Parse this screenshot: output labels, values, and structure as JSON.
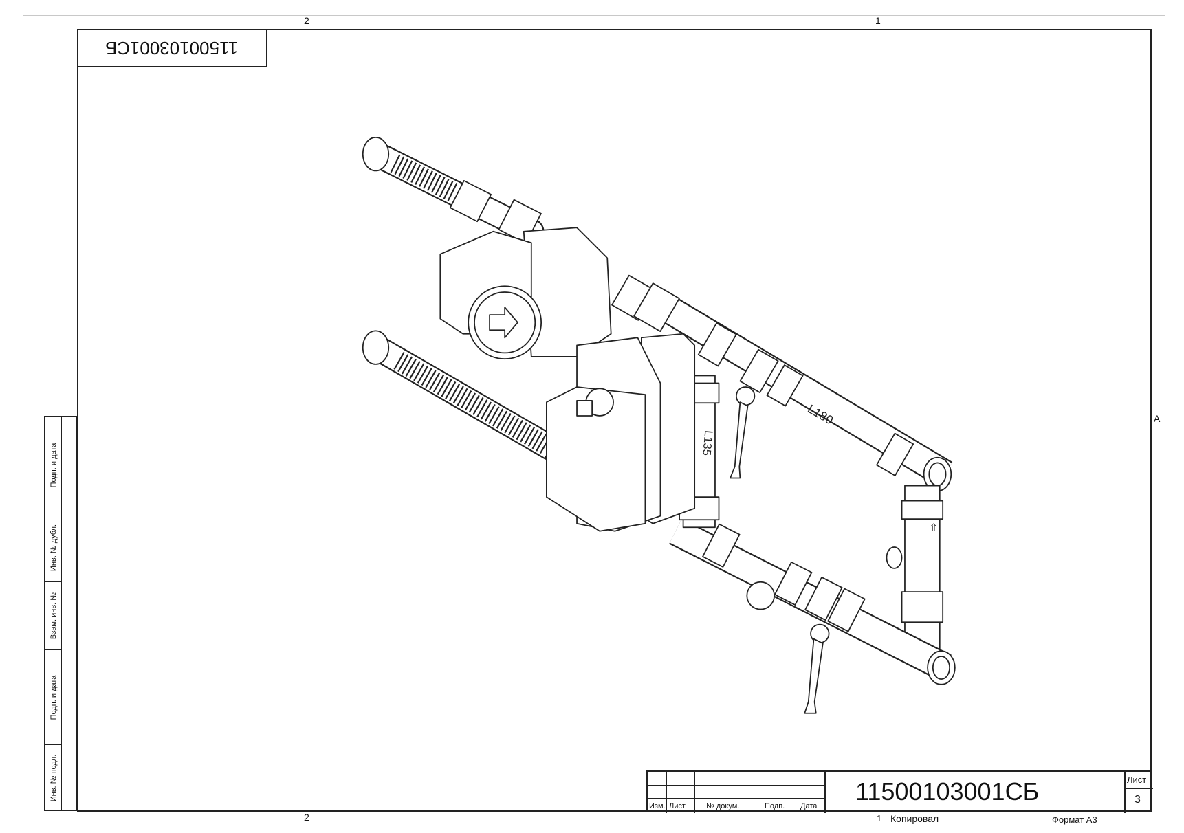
{
  "sheet": {
    "zones_top": [
      "2",
      "1"
    ],
    "zones_bottom": [
      "2",
      "1"
    ],
    "zone_right": "A",
    "stamp_rotated": "11500103001СБ",
    "side_strip": [
      "Подп. и дата",
      "Инв. № дубл.",
      "Взам. инв. №",
      "Подп. и дата",
      "Инв. № подл."
    ],
    "title_block": {
      "columns": [
        "Изм.",
        "Лист",
        "№ докум.",
        "Подп.",
        "Дата"
      ],
      "designation": "11500103001СБ",
      "sheet_label": "Лист",
      "sheet_number": "3"
    },
    "copied_label": "Копировал",
    "copied_mark": "1",
    "format_label": "Формат А3"
  },
  "drawing": {
    "labels": [
      "L180",
      "L135"
    ]
  }
}
